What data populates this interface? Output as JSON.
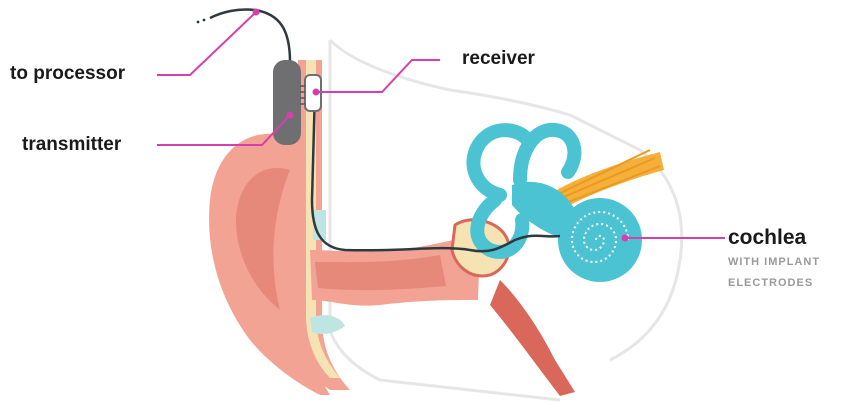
{
  "labels": {
    "to_processor": "to processor",
    "transmitter": "transmitter",
    "receiver": "receiver",
    "cochlea": "cochlea",
    "cochlea_sub_1": "WITH IMPLANT",
    "cochlea_sub_2": "ELECTRODES"
  },
  "colors": {
    "pointer": "#d63fae",
    "skin": "#f2a394",
    "skin_dark": "#e7897a",
    "skin_deep": "#d9685a",
    "cartilage": "#f6e3b4",
    "ear_canal": "#bfe5e3",
    "cochlea": "#4cc3d3",
    "cochlea_dark": "#2fa6b8",
    "nerve": "#f6b03a",
    "device": "#6f6f72",
    "wire": "#2f3a40",
    "outline": "#e4e4e4"
  }
}
